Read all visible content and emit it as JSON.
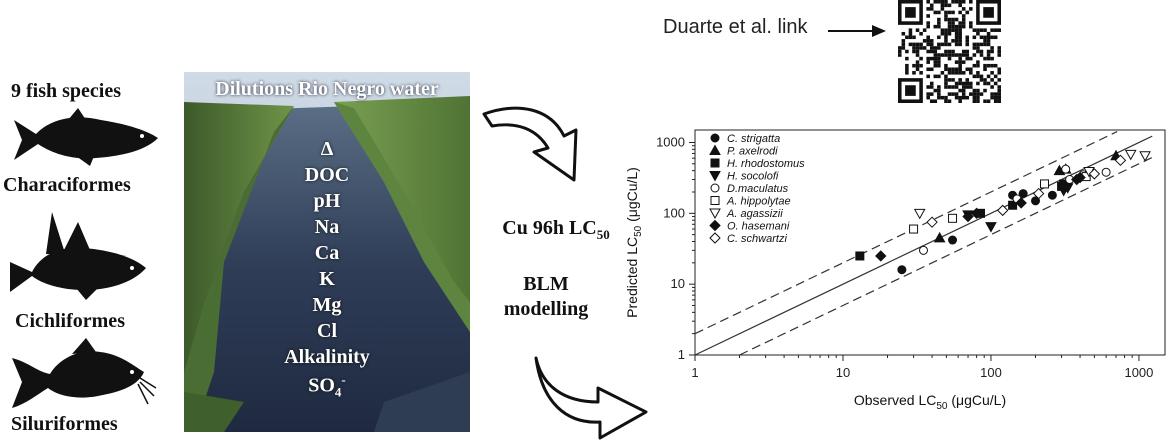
{
  "header": {
    "link_label": "Duarte et al. link"
  },
  "fish": {
    "title": "9 fish species",
    "groups": [
      "Characiformes",
      "Cichliformes",
      "Siluriformes"
    ]
  },
  "panel": {
    "title": "Dilutions Rio Negro water",
    "params": [
      "Δ",
      "DOC",
      "pH",
      "Na",
      "Ca",
      "K",
      "Mg",
      "Cl",
      "Alkalinity",
      "SO4-"
    ]
  },
  "middle": {
    "cu_label": "Cu 96h LC",
    "cu_sub": "50",
    "blm_line1": "BLM",
    "blm_line2": "modelling"
  },
  "chart_data": {
    "type": "scatter",
    "xscale": "log",
    "yscale": "log",
    "xlim": [
      1,
      1500
    ],
    "ylim": [
      1,
      1500
    ],
    "xticks": [
      "1",
      "10",
      "100",
      "1000"
    ],
    "yticks": [
      "1",
      "10",
      "100",
      "1000"
    ],
    "xlabel": "Observed LC",
    "xlabel_sub": "50",
    "xlabel_unit": " (μgCu/L)",
    "ylabel": "Predicted LC",
    "ylabel_sub": "50",
    "ylabel_unit": " (μgCu/L)",
    "legend_position": "top-left",
    "reference_lines": [
      {
        "style": "solid",
        "factor": 1
      },
      {
        "style": "dashed",
        "factor": 2
      },
      {
        "style": "dashed",
        "factor": 0.5
      }
    ],
    "series": [
      {
        "name": "C. strigatta",
        "marker": "circle-filled",
        "points": [
          [
            25,
            16
          ],
          [
            55,
            42
          ],
          [
            140,
            180
          ],
          [
            165,
            190
          ],
          [
            200,
            150
          ],
          [
            260,
            180
          ]
        ]
      },
      {
        "name": "P. axelrodi",
        "marker": "triangle-up-filled",
        "points": [
          [
            45,
            45
          ],
          [
            290,
            400
          ],
          [
            320,
            420
          ],
          [
            700,
            650
          ]
        ]
      },
      {
        "name": "H. rhodostomus",
        "marker": "square-filled",
        "points": [
          [
            13,
            25
          ],
          [
            85,
            100
          ],
          [
            140,
            130
          ],
          [
            300,
            240
          ],
          [
            310,
            260
          ]
        ]
      },
      {
        "name": "H. socolofi",
        "marker": "triangle-down-filled",
        "points": [
          [
            70,
            95
          ],
          [
            100,
            65
          ],
          [
            310,
            210
          ],
          [
            330,
            230
          ]
        ]
      },
      {
        "name": "D.maculatus",
        "marker": "circle-open",
        "points": [
          [
            35,
            30
          ],
          [
            150,
            160
          ],
          [
            320,
            420
          ],
          [
            340,
            300
          ],
          [
            600,
            380
          ],
          [
            420,
            350
          ]
        ]
      },
      {
        "name": "A. hippolytae",
        "marker": "square-open",
        "points": [
          [
            30,
            60
          ],
          [
            55,
            85
          ],
          [
            230,
            260
          ],
          [
            440,
            330
          ]
        ]
      },
      {
        "name": "A. agassizii",
        "marker": "triangle-down-open",
        "points": [
          [
            33,
            100
          ],
          [
            460,
            390
          ],
          [
            880,
            680
          ],
          [
            1100,
            650
          ]
        ]
      },
      {
        "name": "O. hasemani",
        "marker": "diamond-filled",
        "points": [
          [
            18,
            25
          ],
          [
            70,
            90
          ],
          [
            80,
            100
          ],
          [
            160,
            140
          ],
          [
            380,
            300
          ],
          [
            400,
            320
          ]
        ]
      },
      {
        "name": "C. schwartzi",
        "marker": "diamond-open",
        "points": [
          [
            40,
            75
          ],
          [
            120,
            110
          ],
          [
            210,
            190
          ],
          [
            500,
            360
          ],
          [
            750,
            560
          ]
        ]
      }
    ]
  }
}
